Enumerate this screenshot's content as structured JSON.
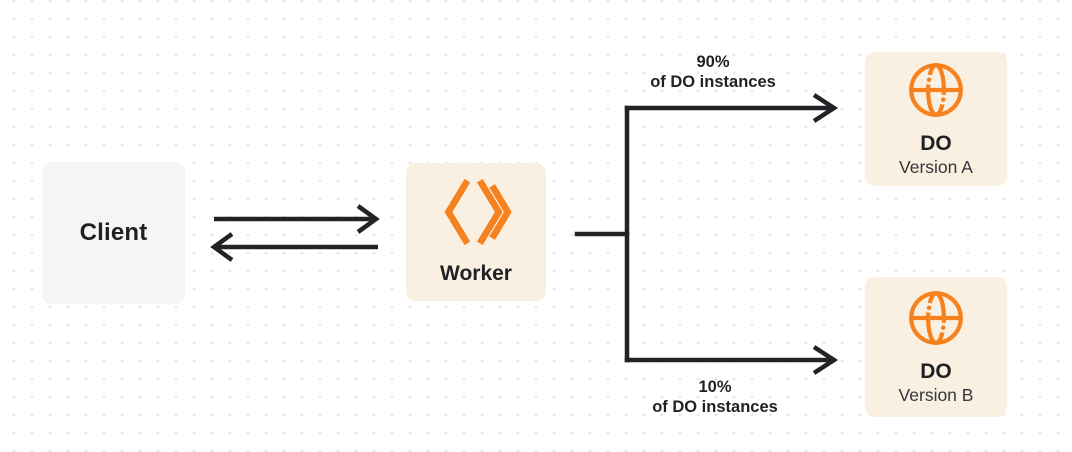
{
  "diagram": {
    "nodes": {
      "client": {
        "label": "Client"
      },
      "worker": {
        "label": "Worker",
        "icon": "workers-logo-icon"
      },
      "do_version_a": {
        "title": "DO",
        "subtitle": "Version A",
        "icon": "globe-icon"
      },
      "do_version_b": {
        "title": "DO",
        "subtitle": "Version B",
        "icon": "globe-icon"
      }
    },
    "edges": {
      "client_worker": {
        "type": "bidirectional-arrows"
      },
      "split_top": {
        "percent": "90%",
        "caption": "of DO instances"
      },
      "split_bottom": {
        "percent": "10%",
        "caption": "of DO instances"
      }
    },
    "colors": {
      "accent_orange": "#F6821F",
      "node_cream": "#FAF0E1",
      "node_gray": "#F5F5F6",
      "line_dark": "#212327",
      "dot_grid": "#E5E5E6"
    }
  }
}
